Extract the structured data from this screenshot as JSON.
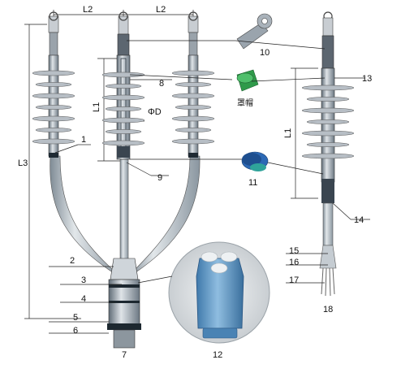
{
  "dimensions": {
    "l2_left": "L2",
    "l2_right": "L2",
    "l1_left": "L1",
    "l1_right": "L1",
    "l3": "L3",
    "phi_d": "ΦD"
  },
  "callouts": [
    "1",
    "2",
    "3",
    "4",
    "5",
    "6",
    "7",
    "8",
    "9",
    "10",
    "11",
    "12",
    "13",
    "14",
    "15",
    "16",
    "17",
    "18"
  ],
  "caption_cap": "罩帽",
  "colors": {
    "cable": "#b9c4cc",
    "cable_dark": "#6f7d88",
    "insulator": "#c9d0d6",
    "lug": "#8b95a0",
    "cap_green": "#2f9a4a",
    "cap_blue": "#2c69b5",
    "breakout_blue": "#5a92c0",
    "circle_bg": "#d9dde0"
  }
}
